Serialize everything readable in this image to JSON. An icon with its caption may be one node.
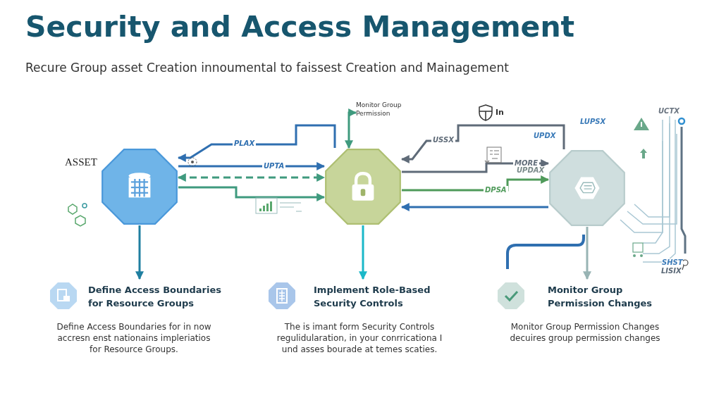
{
  "diagram": {
    "title": "Security and Access Management",
    "nodes": [
      {
        "text": [],
        "shape": "hexagon",
        "beside": [
          "ASSET"
        ]
      },
      {
        "text": [],
        "shape": "hexagon"
      },
      {
        "text": [],
        "shape": "hexagon"
      },
      {
        "text": [
          "Define Access Boundaries for Resource Groups",
          "Define Access Boundaries for in now accresn enst nationains impleriatios for Resource Groups."
        ]
      },
      {
        "text": [
          "Implement Role-Based Security Controls",
          "The is imant form Security Controls regulidularation, in your conrricationa I und asses bourade at temes scaties."
        ]
      },
      {
        "text": [
          "Monitor Group Permission Changes",
          "Monitor Group Permission Changes decuires group permission changes"
        ]
      },
      {
        "text": [
          "Monitor Group Permission"
        ]
      }
    ],
    "edges": [
      {
        "from": 1,
        "to": 0,
        "arrow": "to",
        "label": "PLAX",
        "color": "#2f6fb0"
      },
      {
        "from": 0,
        "to": 1,
        "arrow": "to",
        "label": "UPTA",
        "color": "#2f6fb0"
      },
      {
        "from": 0,
        "to": 1,
        "arrow": "both",
        "style": "dashed",
        "color": "#3f9a7e"
      },
      {
        "from": 0,
        "to": 1,
        "arrow": "to",
        "color": "#3f9a7e"
      },
      {
        "from": 1,
        "to": 6,
        "arrow": "both",
        "color": "#3f9a7e"
      },
      {
        "from": 2,
        "to": 1,
        "arrow": "to",
        "label": "USSX"
      },
      {
        "from": 1,
        "to": 2,
        "arrow": "to",
        "label": "MORE"
      },
      {
        "from": 1,
        "to": 2,
        "arrow": "to",
        "label": "DPSA",
        "color": "#4f9a5a"
      },
      {
        "from": 2,
        "to": 1,
        "arrow": "to",
        "color": "#2f6fb0"
      },
      {
        "from": 0,
        "to": 3,
        "arrow": "to",
        "color": "#1f7fa0"
      },
      {
        "from": 1,
        "to": 4,
        "arrow": "to",
        "color": "#1ab8c8"
      },
      {
        "from": 2,
        "to": 5,
        "arrow": "to",
        "color": "#98b4b4"
      }
    ],
    "labels": [
      "Recure Group asset Creation innoumental to faissest Creation and Mainagement",
      "In",
      "UPDX",
      "LUPSX",
      "UPDAX",
      "UCTX",
      "SHST",
      "LISIX"
    ]
  }
}
